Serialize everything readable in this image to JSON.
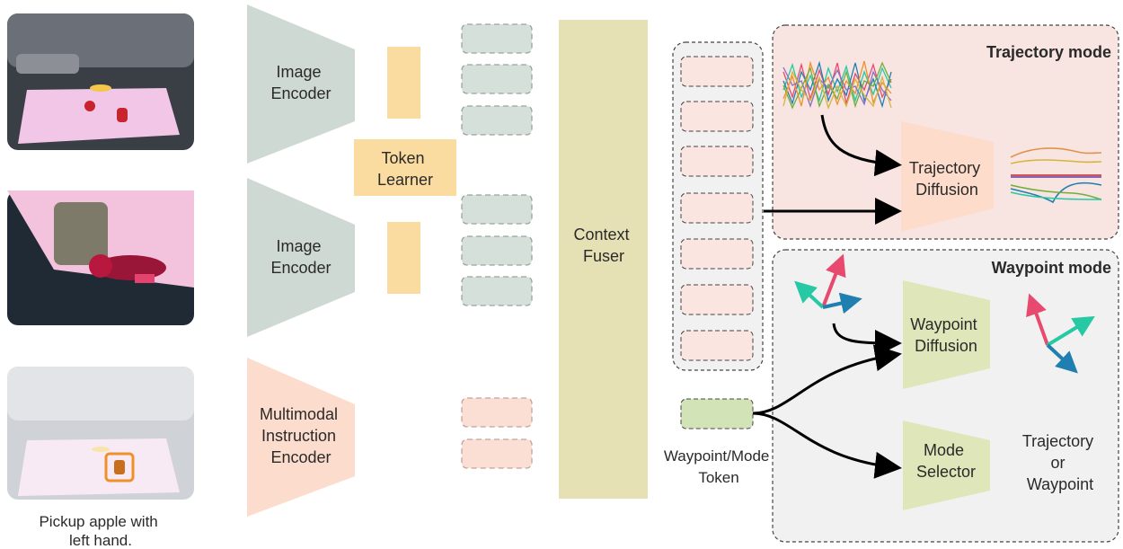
{
  "encoders": {
    "image_encoder_1": [
      "Image",
      "Encoder"
    ],
    "image_encoder_2": [
      "Image",
      "Encoder"
    ],
    "multimodal_encoder": [
      "Multimodal",
      "Instruction",
      "Encoder"
    ]
  },
  "token_learner": [
    "Token",
    "Learner"
  ],
  "context_fuser": [
    "Context",
    "Fuser"
  ],
  "waypoint_token": [
    "Waypoint/Mode",
    "Token"
  ],
  "instruction_caption": [
    "Pickup apple with",
    "left hand."
  ],
  "trajectory_mode": {
    "title": "Trajectory mode",
    "diffusion": [
      "Trajectory",
      "Diffusion"
    ]
  },
  "waypoint_mode": {
    "title": "Waypoint mode",
    "diffusion": [
      "Waypoint",
      "Diffusion"
    ],
    "selector": [
      "Mode",
      "Selector"
    ],
    "selector_output": [
      "Trajectory",
      "or",
      "Waypoint"
    ]
  },
  "colors": {
    "encoder_gray": "#cfd9d3",
    "encoder_peach": "#fcdccc",
    "token_orange": "#fbdca0",
    "fuser_olive": "#e6e1b5",
    "diffusion_peach": "#fddccb",
    "diffusion_green": "#dfe6b9",
    "traj_panel": "#f8e4e1",
    "way_panel": "#f1f1f1",
    "axis_pink": "#e84a6f",
    "axis_teal": "#27c9a4",
    "axis_blue": "#1f7fb0"
  }
}
